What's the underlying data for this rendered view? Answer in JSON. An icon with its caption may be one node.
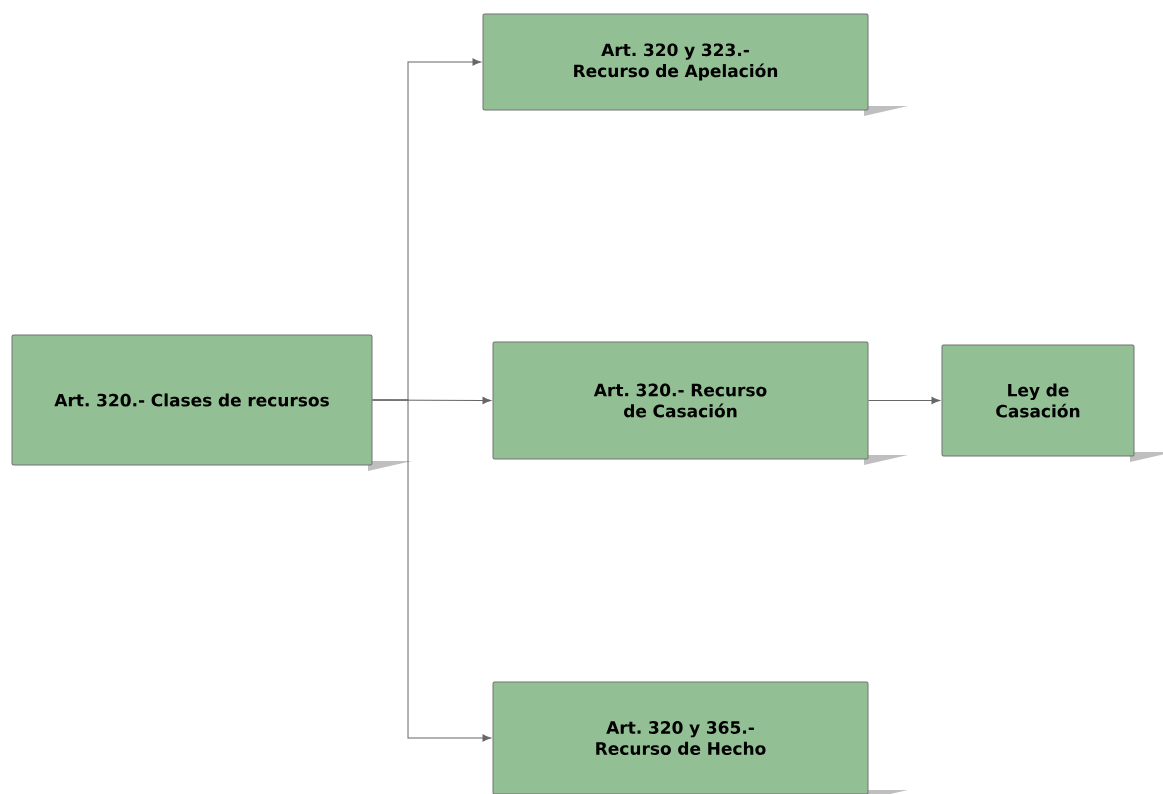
{
  "diagram": {
    "nodes": [
      {
        "text": [
          "Art. 320.- Clases de recursos"
        ]
      },
      {
        "text": [
          "Art. 320 y 323.- Recurso de Apelación"
        ]
      },
      {
        "text": [
          "Art. 320.- Recurso de Casación"
        ]
      },
      {
        "text": [
          "Ley de Casación"
        ]
      },
      {
        "text": [
          "Art. 320 y 365.- Recurso de Hecho"
        ]
      }
    ],
    "edges": [
      {
        "from": 0,
        "to": 1,
        "arrow": "to"
      },
      {
        "from": 0,
        "to": 2,
        "arrow": "to"
      },
      {
        "from": 0,
        "to": 4,
        "arrow": "to"
      },
      {
        "from": 2,
        "to": 3,
        "arrow": "to"
      }
    ]
  }
}
